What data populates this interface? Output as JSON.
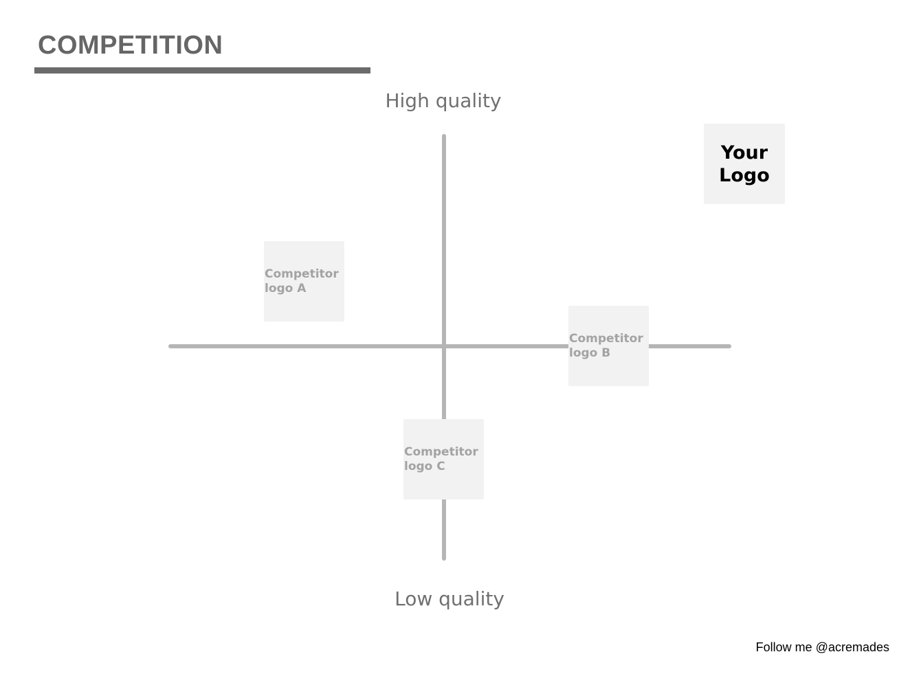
{
  "slide": {
    "title": "COMPETITION",
    "footer": "Follow me @acremades"
  },
  "axes": {
    "top_label": "High quality",
    "bottom_label": "Low quality"
  },
  "logos": {
    "competitor_a": {
      "line1": "Competitor",
      "line2": "logo A"
    },
    "competitor_b": {
      "line1": "Competitor",
      "line2": "logo B"
    },
    "competitor_c": {
      "line1": "Competitor",
      "line2": "logo C"
    },
    "own": {
      "line1": "Your",
      "line2": "Logo"
    }
  },
  "colors": {
    "title": "#666666",
    "axis": "#b5b5b5",
    "placeholder_box": "#f2f2f2",
    "placeholder_text": "#a3a3a3"
  }
}
